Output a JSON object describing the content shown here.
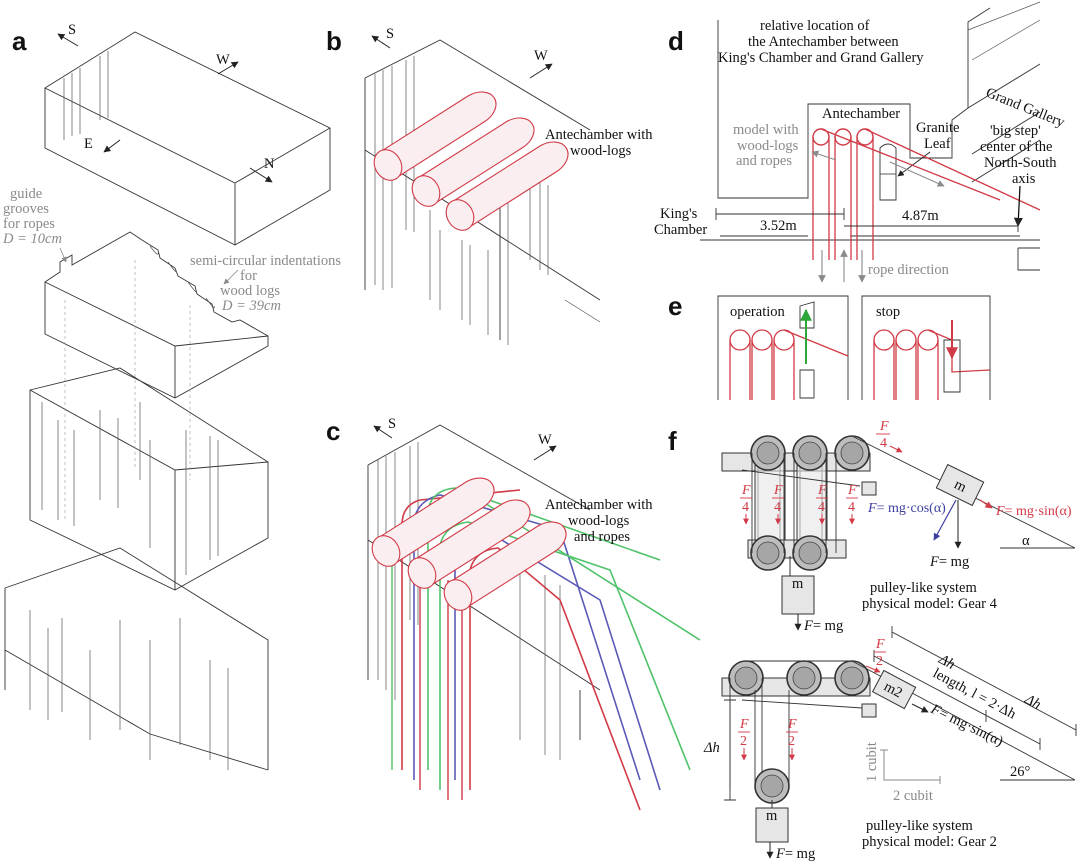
{
  "panels": {
    "a": "a",
    "b": "b",
    "c": "c",
    "d": "d",
    "e": "e",
    "f": "f"
  },
  "compass": {
    "S": "S",
    "W": "W",
    "E": "E",
    "N": "N"
  },
  "panel_a": {
    "guide": [
      "guide",
      "grooves",
      "for ropes",
      "D = 10cm"
    ],
    "semi": [
      "semi-circular indentations",
      "for",
      "wood logs",
      "D = 39cm"
    ]
  },
  "panel_b": {
    "caption": [
      "Antechamber with",
      "wood-logs"
    ]
  },
  "panel_c": {
    "caption": [
      "Antechamber with",
      "wood-logs",
      "and ropes"
    ]
  },
  "panel_d": {
    "title": [
      "relative location of",
      "the Antechamber between",
      "King's Chamber and Grand Gallery"
    ],
    "grand_gallery": "Grand Gallery",
    "antechamber": "Antechamber",
    "granite_leaf": [
      "Granite",
      "Leaf"
    ],
    "model": [
      "model with",
      "wood-logs",
      "and ropes"
    ],
    "big_step": [
      "'big step'",
      "center of the",
      "North-South",
      "axis"
    ],
    "kings": [
      "King's",
      "Chamber"
    ],
    "dist1": "3.52m",
    "dist2": "4.87m",
    "rope_dir": "rope direction"
  },
  "panel_e": {
    "operation": "operation",
    "stop": "stop"
  },
  "panel_f": {
    "F": "F",
    "four": "4",
    "two": "2",
    "m": "m",
    "m2": "m2",
    "fcos": "= mg·cos(α)",
    "fsin": "= mg·sin(α)",
    "fmg": "= mg",
    "alpha": "α",
    "gear4": [
      "pulley-like system",
      "physical model: Gear 4"
    ],
    "gear2": [
      "pulley-like system",
      "physical model: Gear 2"
    ],
    "dh": "Δh",
    "length": "length, l = 2·Δh",
    "angle": "26°",
    "cubit1": "1 cubit",
    "cubit2": "2 cubit"
  }
}
